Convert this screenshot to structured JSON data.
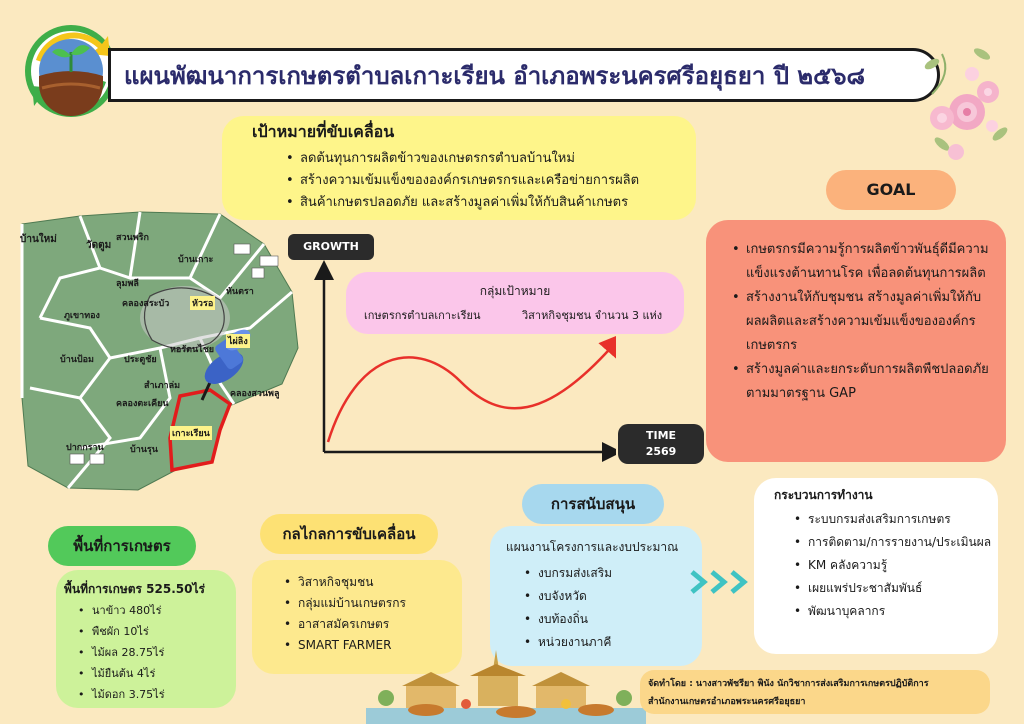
{
  "title": "แผนพัฒนาการเกษตรตำบลเกาะเรียน อำเภอพระนครศรีอยุธยา  ปี ๒๕๖๘",
  "drivers": {
    "heading": "เป้าหมายที่ขับเคลื่อน",
    "items": [
      "ลดต้นทุนการผลิตข้าวของเกษตรกรตำบลบ้านใหม่",
      "สร้างความเข้มแข็งขององค์กรเกษตรกรและเครือข่ายการผลิต",
      "สินค้าเกษตรปลอดภัย และสร้างมูลค่าเพิ่มให้กับสินค้าเกษตร"
    ]
  },
  "goal": {
    "tag": "GOAL",
    "items": [
      "เกษตรกรมีความรู้การผลิตข้าวพันธุ์ดีมีความแข็งแรงต้านทานโรค เพื่อลดต้นทุนการผลิต",
      "สร้างงานให้กับชุมชน สร้างมูลค่าเพิ่มให้กับผลผลิตและสร้างความเข้มแข็งขององค์กรเกษตรกร",
      "สร้างมูลค่าและยกระดับการผลิตพืชปลอดภัยตามมาตรฐาน GAP"
    ]
  },
  "chart": {
    "y_tag": "GROWTH",
    "x_tag_1": "TIME",
    "x_tag_2": "2569"
  },
  "target": {
    "title": "กลุ่มเป้าหมาย",
    "a": "เกษตรกรตำบลเกาะเรียน",
    "b": "วิสาหกิจชุมชน จำนวน 3 แห่ง"
  },
  "map": {
    "labels_white": [
      "บ้านใหม่",
      "วัดตูม",
      "สวนพริก",
      "บ้านเกาะ",
      "ลุมพลี",
      "คลองสระบัว",
      "หัวรอ",
      "ภูเขาทอง",
      "หันตรา",
      "ไผ่ลิง",
      "บ้านป้อม",
      "ประตูชัย",
      "หอรัตนไชย",
      "สำเภาล่ม",
      "คลองตะเคียน",
      "คลองสวนพลู",
      "ปากกราน",
      "บ้านรุน"
    ],
    "label_highlight": "เกาะเรียน"
  },
  "area": {
    "tag": "พื้นที่การเกษตร",
    "heading": "พื้นที่การเกษตร 525.50ไร่",
    "items": [
      "นาข้าว 480ไร่",
      "พืชผัก 10ไร่",
      "ไม้ผล 28.75ไร่",
      "ไม้ยืนต้น 4ไร่",
      "ไม้ดอก 3.75ไร่"
    ]
  },
  "mechanism": {
    "tag": "กลไกลการขับเคลื่อน",
    "items": [
      "วิสาหกิจชุมชน",
      "กลุ่มแม่บ้านเกษตรกร",
      "อาสาสมัครเกษตร",
      "SMART FARMER"
    ]
  },
  "support": {
    "tag": "การสนับสนุน",
    "heading": "แผนงานโครงการและงบประมาณ",
    "items": [
      "งบกรมส่งเสริม",
      "งบจังหวัด",
      "งบท้องถิ่น",
      "หน่วยงานภาคี"
    ]
  },
  "process": {
    "heading": "กระบวนการทำงาน",
    "items": [
      "ระบบกรมส่งเสริมการเกษตร",
      "การติดตาม/การรายงาน/ประเมินผล",
      "KM คลังความรู้",
      "เผยแพร่ประชาสัมพันธ์",
      "พัฒนาบุคลากร"
    ]
  },
  "credit": {
    "line1": "จัดทำโดย : นางสาวพัชรียา พินัง นักวิชาการส่งเสริมการเกษตรปฏิบัติการ",
    "line2": "สำนักงานเกษตรอำเภอพระนครศรีอยุธยา"
  },
  "colors": {
    "background": "#fbe9c0",
    "goal_card": "#f8927a",
    "drivers_card": "#fef58a",
    "target_card": "#fbc6ea",
    "area_card": "#cdf29a",
    "support_card": "#cfeef8",
    "growth_curve": "#e8302a"
  },
  "icons": [
    "logo-sprout-icon",
    "pushpin-icon",
    "chevron-arrows-icon",
    "flower-bouquet-icon",
    "thai-market-illustration"
  ]
}
